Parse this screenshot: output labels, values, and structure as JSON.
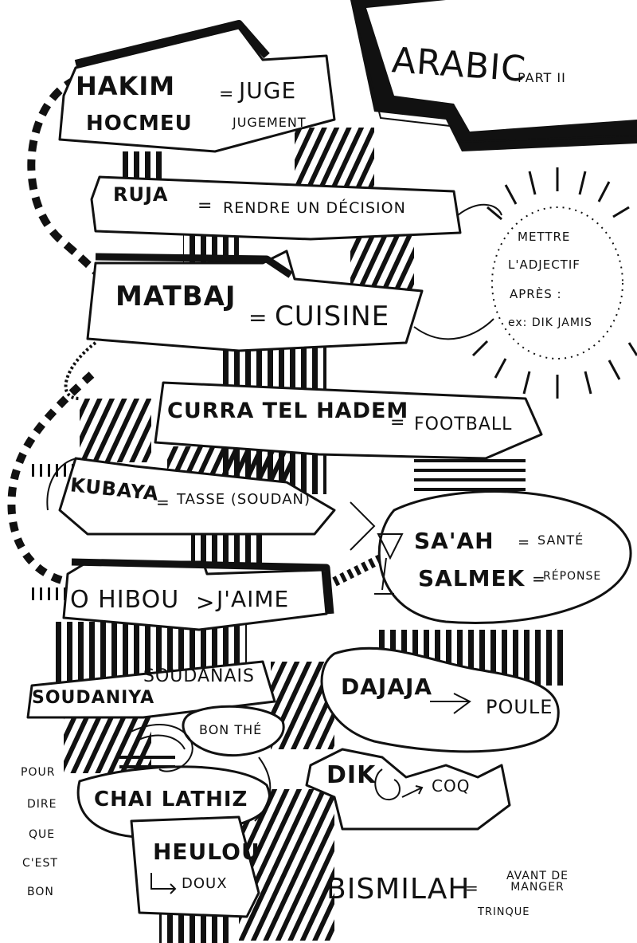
{
  "title": "ARABIC",
  "subtitle": "PART II",
  "entries": [
    {
      "arabic": "HAKIM",
      "french": "JUGE"
    },
    {
      "arabic": "HOCMEU",
      "french": "JUGEMENT"
    },
    {
      "arabic": "RUJA",
      "french": "RENDRE UN DÉCISION"
    },
    {
      "arabic": "MATBAJ",
      "french": "CUISINE"
    },
    {
      "arabic": "CURRA TEL HADEM",
      "french": "FOOTBALL"
    },
    {
      "arabic": "KUBAYA",
      "french": "TASSE (SOUDAN)"
    },
    {
      "arabic": "O HIBOU",
      "french": "J'AIME"
    },
    {
      "arabic": "SOUDANIYA",
      "french": "SOUDANAIS"
    },
    {
      "arabic": "SA'AH",
      "french": "SANTÉ"
    },
    {
      "arabic": "SALMEK",
      "french": "RÉPONSE"
    },
    {
      "arabic": "DAJAJA",
      "french": "POULE"
    },
    {
      "arabic": "DIK",
      "french": "COQ"
    },
    {
      "arabic": "CHAI LATHIZ",
      "french": "BON THÉ"
    },
    {
      "arabic": "HEULOU",
      "french": "DOUX"
    },
    {
      "arabic": "BISMILAH",
      "french": "AVANT DE MANGER"
    }
  ],
  "notes": {
    "adjective_rule": [
      "METTRE",
      "L'ADJECTIF",
      "APRÈS :",
      "ex: DIK JAMIS"
    ],
    "side_note": [
      "POUR",
      "DIRE",
      "QUE",
      "C'EST",
      "BON"
    ],
    "bismilah_extra": "TRINQUE",
    "equals": "=",
    "arrow": "→",
    "greater": ">"
  }
}
